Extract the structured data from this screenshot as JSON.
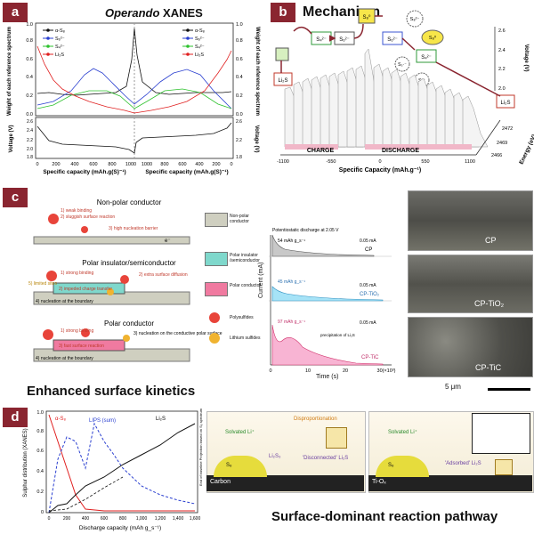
{
  "panel_a": {
    "tag": "a",
    "title_italic": "Operando",
    "title_rest": " XANES",
    "ylabel_left": "Weight of each reference spectrum",
    "ylabel_right": "Weight of each reference spectrum",
    "ylabel_voltage": "Voltage (V)",
    "xlabel": "Specific capacity (mAh.g(S)⁻¹)",
    "xticks_left": [
      "0",
      "200",
      "400",
      "600",
      "800",
      "1000"
    ],
    "xticks_right": [
      "1000",
      "800",
      "600",
      "400",
      "200",
      "0"
    ],
    "yticks": [
      "0.0",
      "0.2",
      "0.4",
      "0.6",
      "0.8",
      "1.0"
    ],
    "vticks": [
      "1.8",
      "2.0",
      "2.2",
      "2.4",
      "2.6"
    ],
    "legend": [
      "α-S₈",
      "S₆²⁻",
      "S₄²⁻",
      "Li₂S"
    ],
    "colors": {
      "s8": "#111111",
      "s6": "#2a3fd0",
      "s4": "#2ec22e",
      "li2s": "#e02020"
    }
  },
  "panel_b": {
    "tag": "b",
    "title": "Mechanism",
    "charge": "CHARGE",
    "discharge": "DISCHARGE",
    "xlabel": "Specific Capacity (mAh.g⁻¹)",
    "xticks": [
      "-1100",
      "-550",
      "0",
      "550",
      "1100"
    ],
    "energy_label": "Energy (eV)",
    "energy_ticks": [
      "2466",
      "2469",
      "2472"
    ],
    "voltage_label": "Voltage (V)",
    "voltage_ticks": [
      "2.0",
      "2.2",
      "2.4",
      "2.6"
    ],
    "species": {
      "s8": "S₈⁰",
      "s6": "S₆²⁻",
      "s4": "S₄²⁻",
      "li2s": "Li₂S",
      "li2s_right": "Li₂S",
      "s3": "S₃·⁻",
      "s2": "S²⁻",
      "s8_2": "S₈²⁻",
      "s0": "S₈⁰"
    }
  },
  "panel_c": {
    "tag": "c",
    "np_title": "Non-polar conductor",
    "np_notes": [
      "1) weak binding",
      "2) sluggish surface reaction",
      "3) high nucleation barrier"
    ],
    "pi_title": "Polar insulator/semiconductor",
    "pi_notes": [
      "1) strong binding",
      "2) extra surface diffusion",
      "5) limited sites",
      "2) impeded charge transfer",
      "4) nucleation at the boundary"
    ],
    "pc_title": "Polar conductor",
    "pc_notes": [
      "1) strong binding",
      "3) nucleation on the conductive polar surface",
      "3) fast surface reaction",
      "4) nucleation at the boundary"
    ],
    "legend": [
      "Non-polar conductor",
      "Polar insulator /semiconductor",
      "Polar conductor",
      "Polysulfides",
      "Lithium sulfides"
    ],
    "chrono_title": "Potentiostatic discharge at 2.05 V",
    "current_label": "Current (mA)",
    "time_label": "Time (s)",
    "time_ticks": [
      "0",
      "10",
      "20",
      "30(×10³)"
    ],
    "scale": "0.05 mA",
    "curves": [
      {
        "label": "CP",
        "capacity": "54 mAh g_s⁻¹",
        "color": "#888888"
      },
      {
        "label": "CP-TiO₂",
        "capacity": "45 mAh g_s⁻¹",
        "color": "#5cc6f0"
      },
      {
        "label": "CP-TiC",
        "capacity": "97 mAh g_s⁻¹",
        "color": "#f07ab0"
      }
    ],
    "precip": "precipitation of Li₂S",
    "sem_labels": [
      "CP",
      "CP-TiO₂",
      "CP-TiC"
    ],
    "sem_scale": "5 μm",
    "heading": "Enhanced surface kinetics"
  },
  "panel_d": {
    "tag": "d",
    "ylabel": "Sulphur distribution (XANES)",
    "xlabel": "Discharge capacity (mAh g_s⁻¹)",
    "xticks": [
      "0",
      "200",
      "400",
      "600",
      "800",
      "1,000",
      "1,200",
      "1,400",
      "1,600"
    ],
    "yticks": [
      "0",
      "0.2",
      "0.4",
      "0.6",
      "0.8",
      "1.0"
    ],
    "labels": {
      "s8": "α-S₈",
      "lips": "LIPS (sum)",
      "li2s": "Li₂S",
      "end": "End of baseline Projection based on S₈ spectrum"
    },
    "carbon_label": "Carbon",
    "tio_label": "Ti-Oₓ",
    "s8_label": "S₈",
    "solvated": "Solvated Li⁺",
    "disprop": "Disproportionation",
    "disconnected": "'Disconnected' Li₂S",
    "adsorbed": "'Adsorbed' Li₂S",
    "li2s3": "Li₂S₃",
    "heading": "Surface-dominant reaction pathway"
  }
}
